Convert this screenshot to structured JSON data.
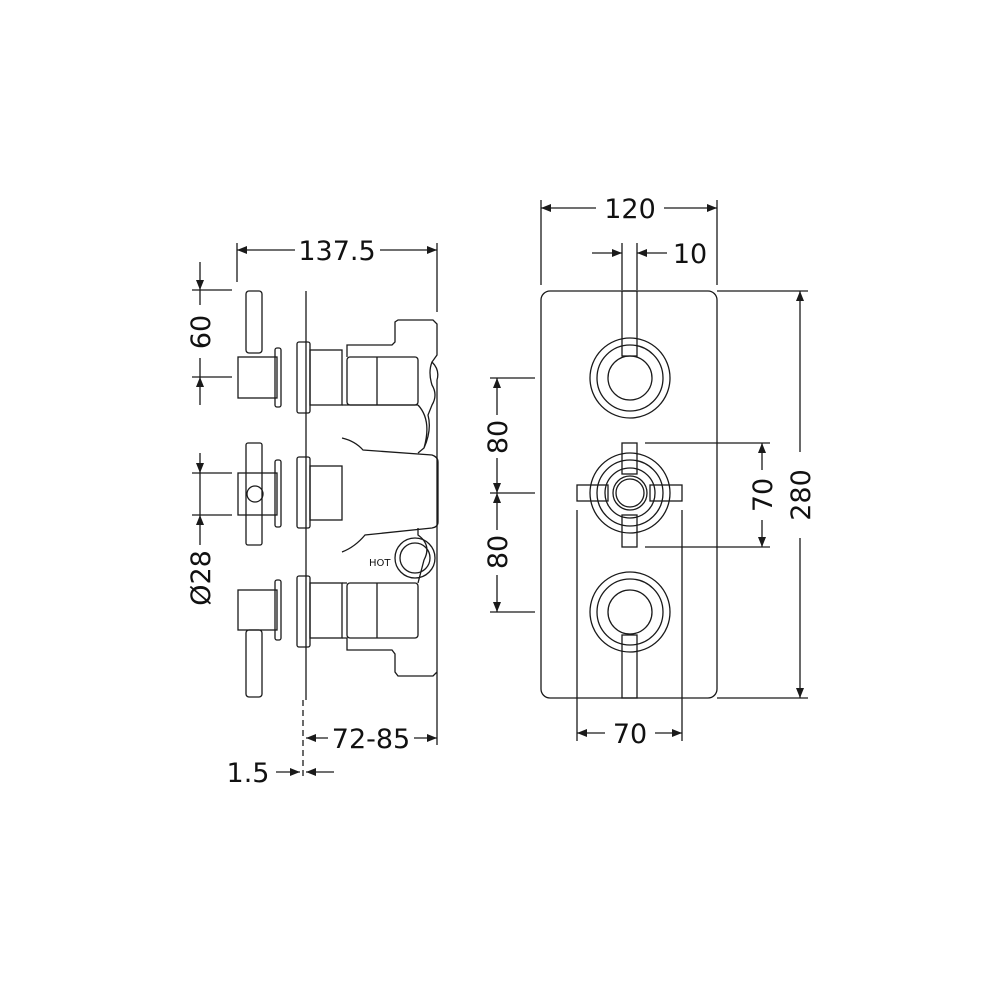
{
  "side_view": {
    "width_label": "137.5",
    "lever_offset_label": "60",
    "diameter_label": "Ø28",
    "depth_label": "72-85",
    "plate_thickness_label": "1.5",
    "hot_label": "HOT"
  },
  "front_view": {
    "plate_width_label": "120",
    "lever_width_label": "10",
    "plate_height_label": "280",
    "cross_height_label": "70",
    "spacing_upper_label": "80",
    "spacing_lower_label": "80",
    "cross_width_label": "70"
  }
}
